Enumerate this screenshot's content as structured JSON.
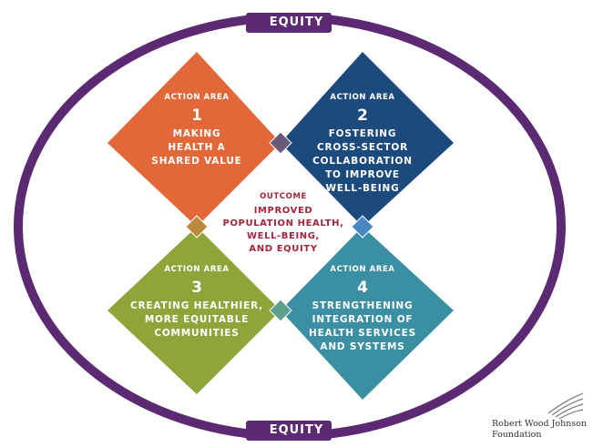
{
  "equity": {
    "top_label": "EQUITY",
    "bottom_label": "EQUITY"
  },
  "action_areas": [
    {
      "kicker": "ACTION AREA",
      "number": "1",
      "title_lines": [
        "MAKING",
        "HEALTH A",
        "SHARED VALUE"
      ],
      "color": "#e2683a"
    },
    {
      "kicker": "ACTION AREA",
      "number": "2",
      "title_lines": [
        "FOSTERING",
        "CROSS-SECTOR",
        "COLLABORATION",
        "TO IMPROVE",
        "WELL-BEING"
      ],
      "color": "#1c4a7d"
    },
    {
      "kicker": "ACTION AREA",
      "number": "3",
      "title_lines": [
        "CREATING HEALTHIER,",
        "MORE EQUITABLE",
        "COMMUNITIES"
      ],
      "color": "#8ea53a"
    },
    {
      "kicker": "ACTION AREA",
      "number": "4",
      "title_lines": [
        "STRENGTHENING",
        "INTEGRATION OF",
        "HEALTH SERVICES",
        "AND SYSTEMS"
      ],
      "color": "#3b8fa3"
    }
  ],
  "outcome": {
    "kicker": "OUTCOME",
    "lines": [
      "IMPROVED",
      "POPULATION HEALTH,",
      "WELL-BEING,",
      "AND EQUITY"
    ]
  },
  "logo": {
    "name_line1": "Robert Wood Johnson",
    "name_line2": "Foundation"
  },
  "colors": {
    "ring": "#5b2a73",
    "ring_light": "#7a4a90",
    "outcome_text": "#a3243b"
  }
}
